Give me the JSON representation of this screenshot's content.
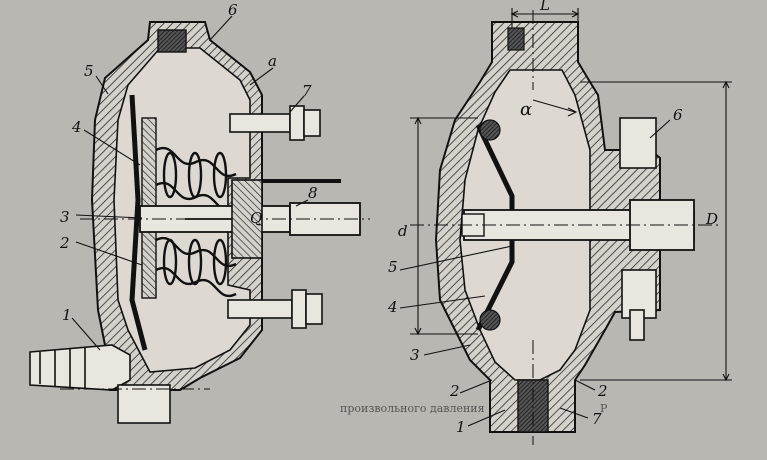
{
  "background_color": "#b9b7b2",
  "ink_color": "#1a1a1a",
  "hatch_color": "#3a3a3a",
  "left_figure": {
    "labels": {
      "l1": "1",
      "l2": "2",
      "l3": "3",
      "l4": "4",
      "l5": "5",
      "l6": "6",
      "l7": "7",
      "l8": "8",
      "la": "a",
      "lQ": "Q"
    }
  },
  "right_figure": {
    "labels": {
      "r1": "1",
      "r2a": "2",
      "r2b": "2",
      "r3": "3",
      "r4": "4",
      "r5": "5",
      "r6": "6",
      "r7": "7",
      "rL": "L",
      "rd": "d",
      "rD": "D",
      "ralpha": "α"
    }
  },
  "page_text": {
    "bottom_line_1": "произвольного давления",
    "bottom_line_2": "Р"
  }
}
